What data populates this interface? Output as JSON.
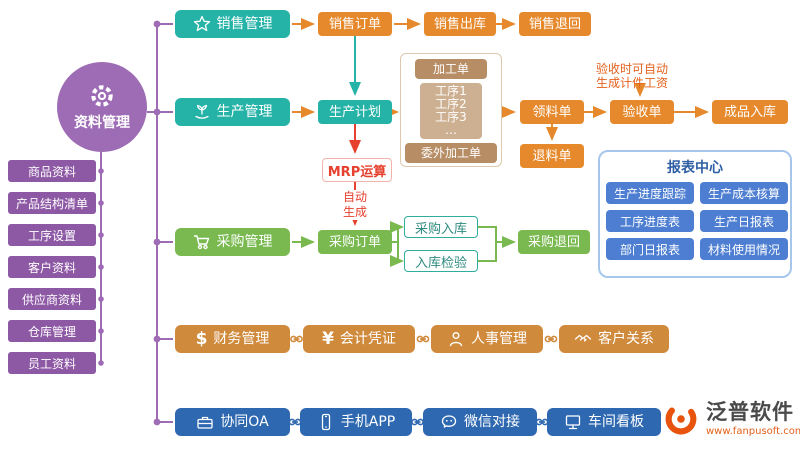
{
  "left_panel": {
    "hub_label": "资料管理",
    "items": [
      "商品资料",
      "产品结构清单",
      "工序设置",
      "客户资料",
      "供应商资料",
      "仓库管理",
      "员工资料"
    ]
  },
  "sales": {
    "module": "销售管理",
    "order": "销售订单",
    "outbound": "销售出库",
    "return": "销售退回"
  },
  "production": {
    "module": "生产管理",
    "plan": "生产计划",
    "mrp": "MRP运算",
    "auto_note": "自动\n生成",
    "process_group": {
      "job_order": "加工单",
      "steps": [
        "工序1",
        "工序2",
        "工序3",
        "…"
      ],
      "outsourced": "委外加工单"
    },
    "material_request": "领料单",
    "material_return": "退料单",
    "acceptance": "验收单",
    "acceptance_note": "验收时可自动\n生成计件工资",
    "finished_inbound": "成品入库"
  },
  "purchase": {
    "module": "采购管理",
    "order": "采购订单",
    "inbound": "采购入库",
    "inspection": "入库检验",
    "return": "采购退回"
  },
  "report_center": {
    "title": "报表中心",
    "buttons": [
      "生产进度跟踪",
      "生产成本核算",
      "工序进度表",
      "生产日报表",
      "部门日报表",
      "材料使用情况"
    ]
  },
  "finance_row": [
    "财务管理",
    "会计凭证",
    "人事管理",
    "客户关系"
  ],
  "oa_row": [
    "协同OA",
    "手机APP",
    "微信对接",
    "车间看板"
  ],
  "icons": {
    "dollar_glyph": "$",
    "yuan_glyph": "¥"
  },
  "logo": {
    "name": "泛普软件",
    "url": "www.fanpusoft.com"
  },
  "colors": {
    "teal": "#26b3a7",
    "orange": "#e6892c",
    "green": "#79b94f",
    "red": "#e6402e",
    "purple": "#9d6cb5",
    "blue": "#2e68b0",
    "brown_orange": "#d08a3c",
    "report_blue": "#4d7ed1",
    "tan": "#b68d64"
  }
}
